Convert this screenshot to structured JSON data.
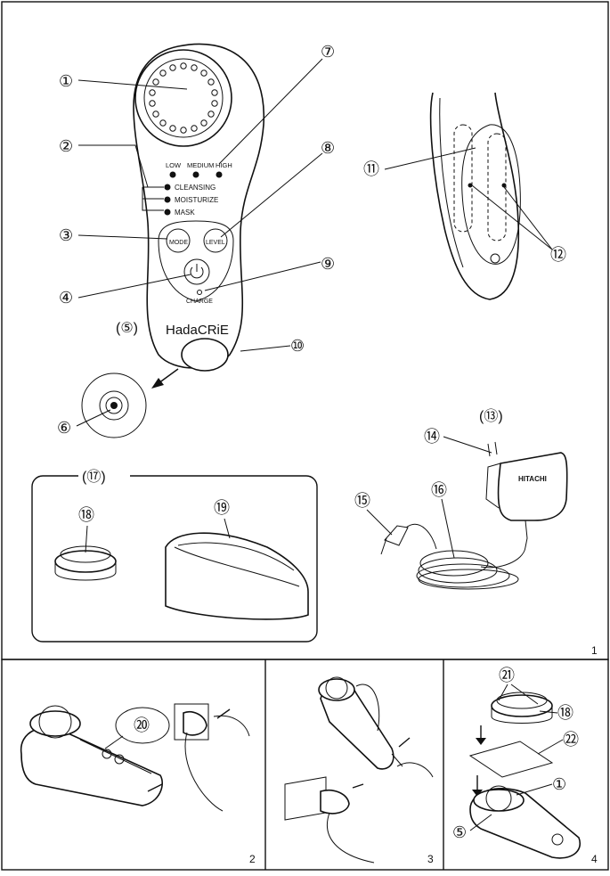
{
  "panel1": {
    "device": {
      "brand": "HadaCRiE",
      "indicators": [
        "LOW",
        "MEDIUM",
        "HIGH"
      ],
      "modes": [
        "CLEANSING",
        "MOISTURIZE",
        "MASK"
      ],
      "buttons": {
        "mode": "MODE",
        "level": "LEVEL",
        "charge": "CHARGE"
      }
    },
    "adapter_brand": "HITACHI",
    "callouts": {
      "c1": "①",
      "c2": "②",
      "c3": "③",
      "c4": "④",
      "c5": "(⑤)",
      "c6": "⑥",
      "c7": "⑦",
      "c8": "⑧",
      "c9": "⑨",
      "c10": "⑩",
      "c11": "⑪",
      "c12": "⑫",
      "c13": "(⑬)",
      "c14": "⑭",
      "c15": "⑮",
      "c16": "⑯",
      "c17": "(⑰)",
      "c18": "⑱",
      "c19": "⑲"
    },
    "number": "1"
  },
  "panel2": {
    "callout": "⑳",
    "number": "2"
  },
  "panel3": {
    "number": "3"
  },
  "panel4": {
    "callouts": {
      "c21": "㉑",
      "c18": "⑱",
      "c22": "㉒",
      "c1": "①",
      "c5": "⑤"
    },
    "number": "4"
  }
}
